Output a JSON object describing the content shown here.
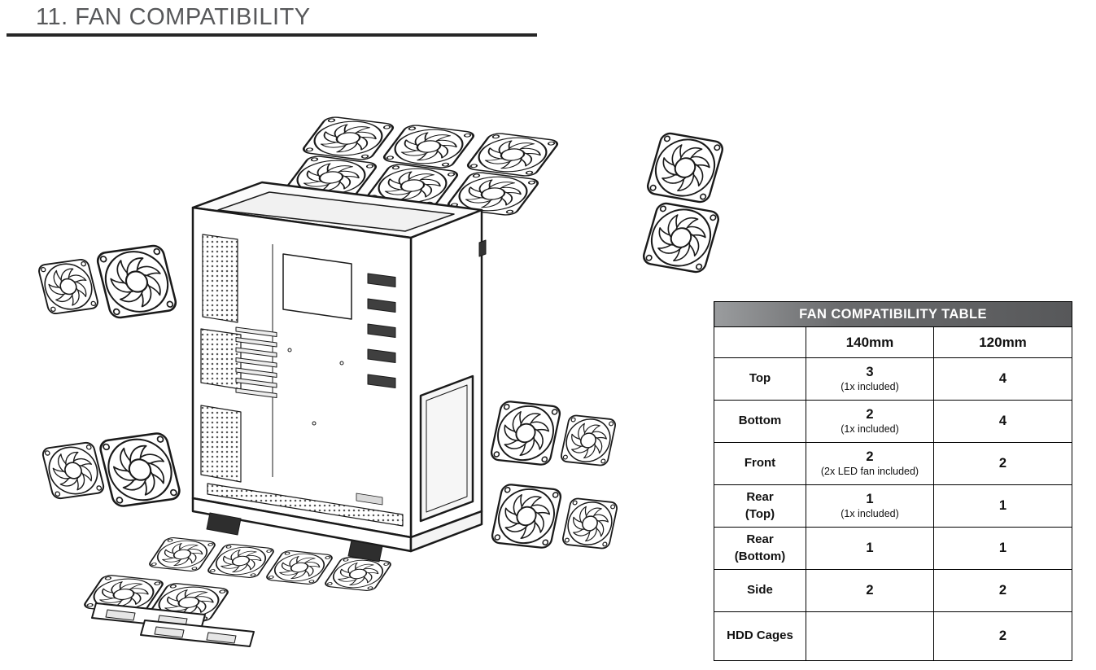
{
  "page": {
    "heading": "11. FAN COMPATIBILITY"
  },
  "diagram": {
    "alt": "Exploded view of PC case showing fan mounting locations",
    "icon": "case-fan-icon"
  },
  "table": {
    "title": "FAN COMPATIBILITY TABLE",
    "columns": [
      "",
      "140mm",
      "120mm"
    ],
    "rows": [
      {
        "label": "Top",
        "c140": "3",
        "c140_note": "(1x included)",
        "c120": "4"
      },
      {
        "label": "Bottom",
        "c140": "2",
        "c140_note": "(1x included)",
        "c120": "4"
      },
      {
        "label": "Front",
        "c140": "2",
        "c140_note": "(2x LED fan included)",
        "c120": "2"
      },
      {
        "label": "Rear\n(Top)",
        "c140": "1",
        "c140_note": "(1x included)",
        "c120": "1"
      },
      {
        "label": "Rear\n(Bottom)",
        "c140": "1",
        "c140_note": "",
        "c120": "1"
      },
      {
        "label": "Side",
        "c140": "2",
        "c140_note": "",
        "c120": "2"
      },
      {
        "label": "HDD Cages",
        "c140": "",
        "c140_note": "",
        "c120": "2"
      }
    ]
  }
}
